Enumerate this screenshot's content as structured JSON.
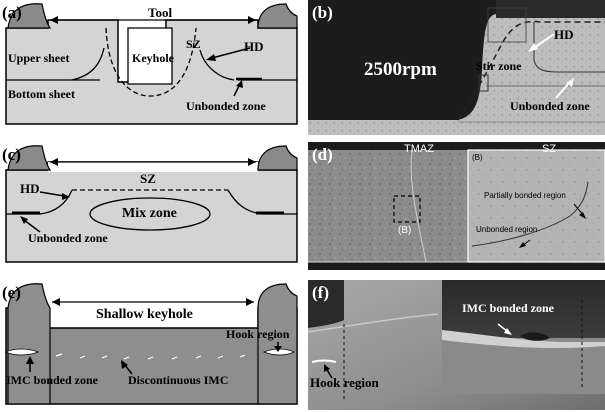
{
  "panels": {
    "a": {
      "tag": "(a)",
      "tool": "Tool",
      "keyhole": "Keyhole",
      "sz": "SZ",
      "hd": "HD",
      "upper_sheet": "Upper sheet",
      "bottom_sheet": "Bottom sheet",
      "unbonded_zone": "Unbonded zone"
    },
    "b": {
      "tag": "(b)",
      "rpm": "2500rpm",
      "hd": "HD",
      "stir_zone": "Stir zone",
      "unbonded_zone": "Unbonded zone"
    },
    "c": {
      "tag": "(c)",
      "sz": "SZ",
      "hd": "HD",
      "mix_zone": "Mix zone",
      "unbonded_zone": "Unbonded zone"
    },
    "d": {
      "tag": "(d)",
      "tmaz": "TMAZ",
      "sz": "SZ",
      "inset_tag": "(B)",
      "box_tag": "(B)",
      "partially_bonded": "Partially bonded region",
      "unbonded_region": "Unbonded region"
    },
    "e": {
      "tag": "(e)",
      "shallow_keyhole": "Shallow keyhole",
      "hook_region": "Hook region",
      "imc_bonded_zone": "IMC bonded zone",
      "discontinuous_imc": "Discontinuous IMC"
    },
    "f": {
      "tag": "(f)",
      "imc_bonded_zone": "IMC bonded zone",
      "hook_region": "Hook region"
    }
  },
  "colors": {
    "schematic_fill": "#d4d4d4",
    "schematic_dark": "#8a8a8a",
    "micrograph_light": "#bdbdbd",
    "micrograph_dark": "#1c1c1c"
  }
}
